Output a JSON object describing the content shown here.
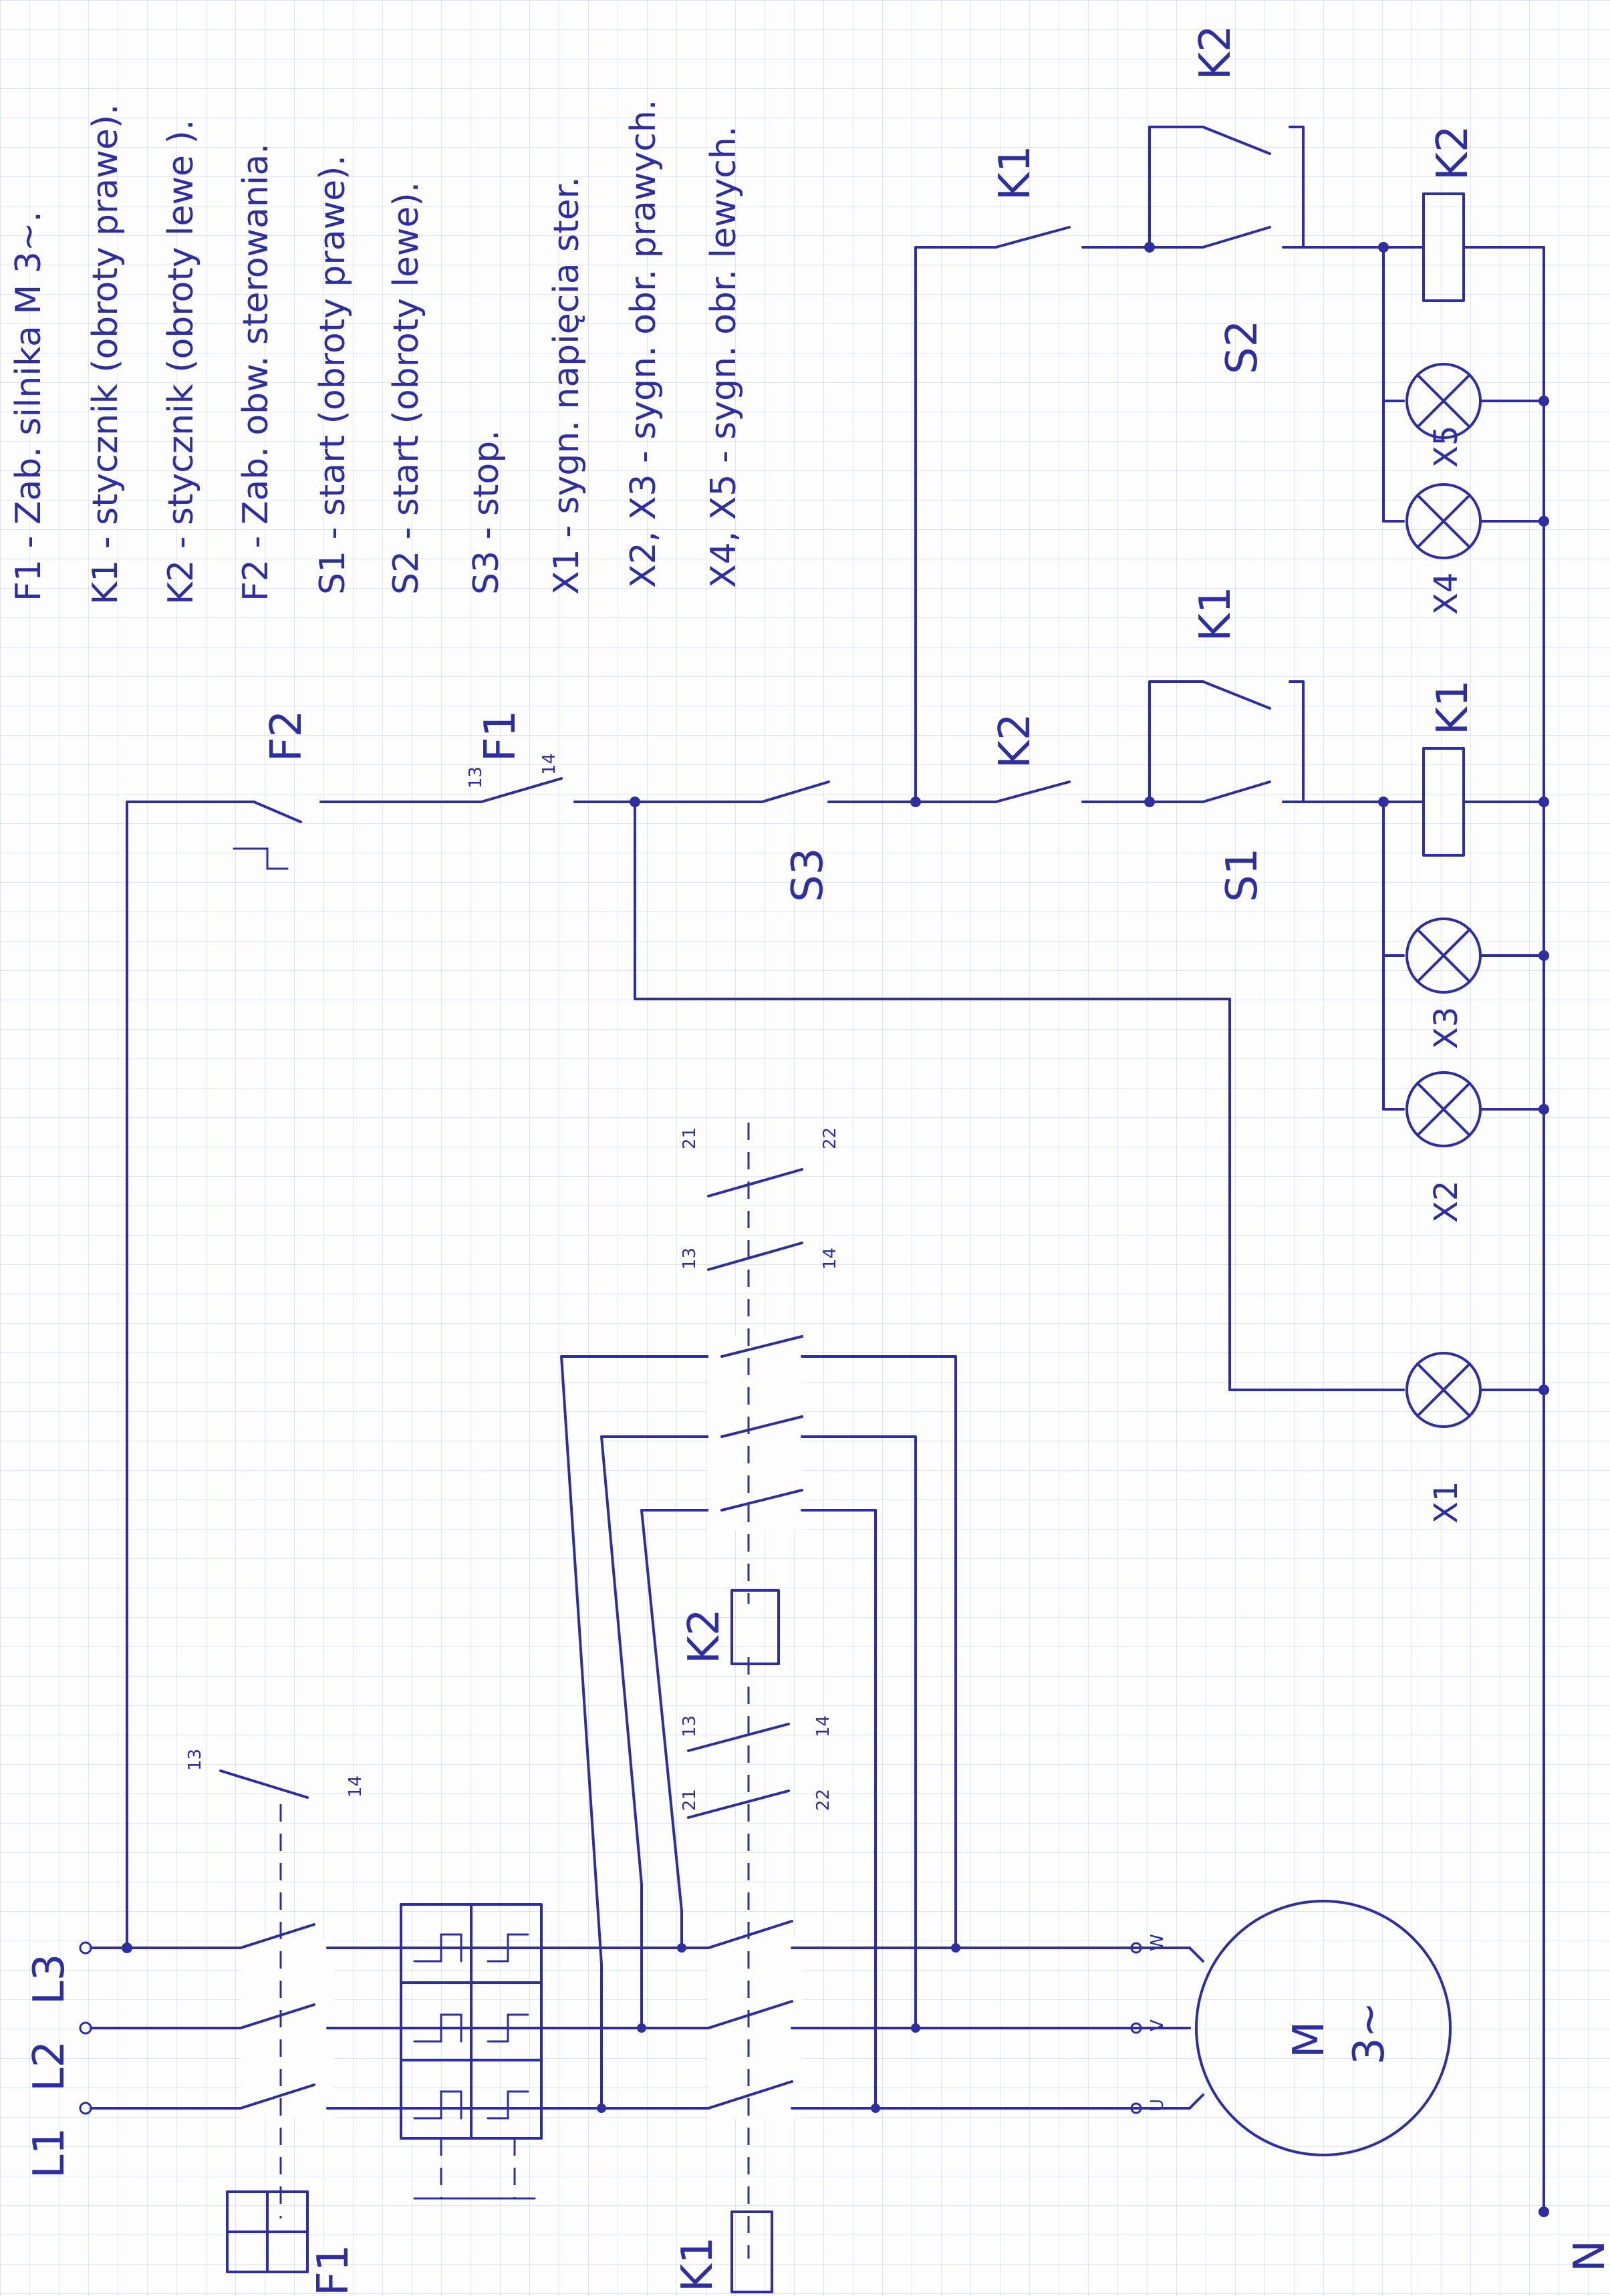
{
  "legend": [
    "F1 - Zab. silnika M 3~.",
    "K1 - stycznik (obroty prawe).",
    "K2 - stycznik (obroty lewe ).",
    "F2 - Zab. obw. sterowania.",
    "S1 - start (obroty prawe).",
    "S2 - start (obroty lewe).",
    "S3 - stop.",
    "X1 - sygn. napięcia ster.",
    "X2, X3 - sygn. obr. prawych.",
    "X4, X5 - sygn. obr. lewych."
  ],
  "supply": {
    "l1": "L1",
    "l2": "L2",
    "l3": "L3",
    "n": "N"
  },
  "motor": {
    "symbol": "M",
    "phase": "3~",
    "u": "U",
    "v": "V",
    "w": "W"
  },
  "power": {
    "k1": "K1",
    "k2": "K2",
    "f1": "F1"
  },
  "aux_contacts": {
    "n13": "13",
    "n14": "14",
    "n21": "21",
    "n22": "22"
  },
  "control": {
    "f2": "F2",
    "f1": "F1",
    "s3": "S3",
    "s1": "S1",
    "s2": "S2",
    "k1": "K1",
    "k2": "K2"
  },
  "lamps": {
    "x1": "X1",
    "x2": "X2",
    "x3": "X3",
    "x4": "X4",
    "x5": "X5"
  },
  "icons": [
    "lamp-icon",
    "coil-icon",
    "motor-icon",
    "thermal-relay-icon",
    "contact-icon"
  ]
}
